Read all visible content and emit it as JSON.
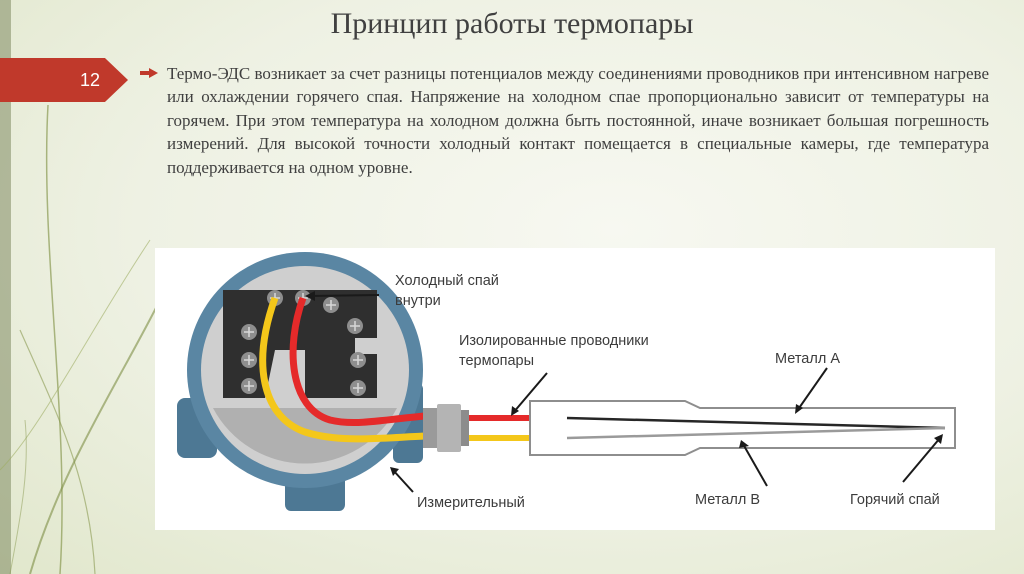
{
  "title": "Принцип работы термопары",
  "slide_number": "12",
  "body_text": "Термо-ЭДС возникает за счет разницы потенциалов между соединениями проводников при интенсивном нагреве или охлаждении горячего спая. Напряжение на холодном спае пропорционально зависит от температуры на горячем. При этом температура на холодном должна быть постоянной, иначе возникает большая погрешность измерений. Для высокой точности холодный контакт помещается в специальные камеры, где температура поддерживается на одном уровне.",
  "diagram": {
    "labels": {
      "cold_junction_line1": "Холодный спай",
      "cold_junction_line2": "внутри",
      "insulated_line1": "Изолированные проводники",
      "insulated_line2": "термопары",
      "metal_a": "Металл А",
      "metal_b": "Металл В",
      "hot_junction": "Горячий спай",
      "measuring": "Измерительный"
    },
    "colors": {
      "wire_red": "#e52a2a",
      "wire_yellow": "#f4c71a",
      "housing": "#5a86a3",
      "housing_dark": "#3f6884",
      "plate": "#2e2e2e"
    }
  },
  "colors": {
    "ribbon": "#c0392b",
    "title": "#404040",
    "text": "#3f3f3f",
    "decor_lines": "#8a9a52"
  }
}
